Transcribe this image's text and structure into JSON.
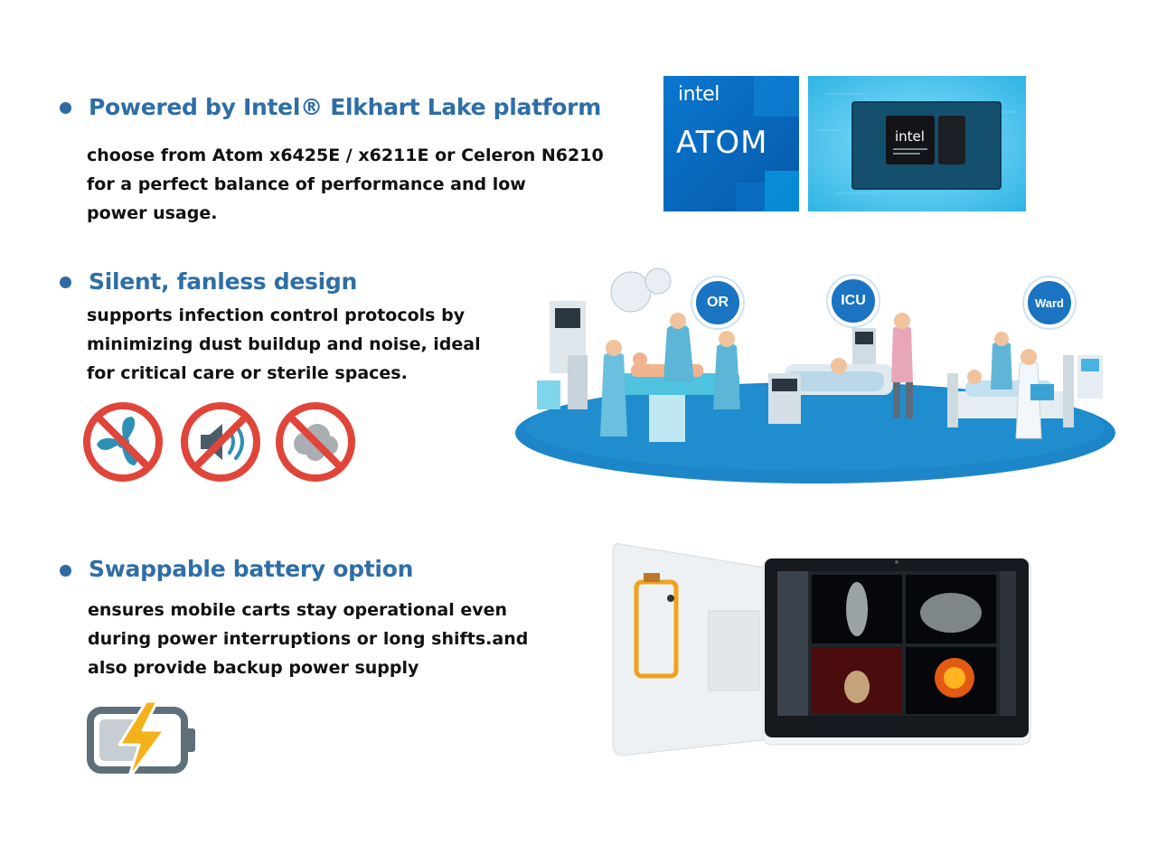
{
  "features": [
    {
      "heading": "Powered by Intel® Elkhart Lake platform",
      "lines": [
        "choose from Atom x6425E / x6211E or Celeron N6210",
        "for a perfect balance of performance and low",
        "power usage."
      ]
    },
    {
      "heading": "Silent, fanless design",
      "lines": [
        "supports infection control protocols by",
        "minimizing dust buildup and noise, ideal",
        "for critical care or sterile spaces."
      ]
    },
    {
      "heading": "Swappable battery option",
      "lines": [
        "ensures mobile carts stay operational even",
        "during power interruptions or long shifts.and",
        "also provide backup power supply"
      ]
    }
  ],
  "intel_logo": {
    "brand": "intel",
    "product": "ATOM"
  },
  "chip": {
    "brand": "intel"
  },
  "settings": {
    "or_label": "OR",
    "icu_label": "ICU",
    "ward_label": "Ward"
  },
  "icons": {
    "no_fan": "no-fan-icon",
    "no_noise": "no-noise-icon",
    "no_dust": "no-dust-icon",
    "battery": "battery-charging-icon"
  },
  "colors": {
    "heading": "#2e6ea6",
    "bullet": "#2f6aa1",
    "prohibit": "#e0453a",
    "platform": "#1d86c9",
    "intel_blue": "#0a6fc1"
  }
}
